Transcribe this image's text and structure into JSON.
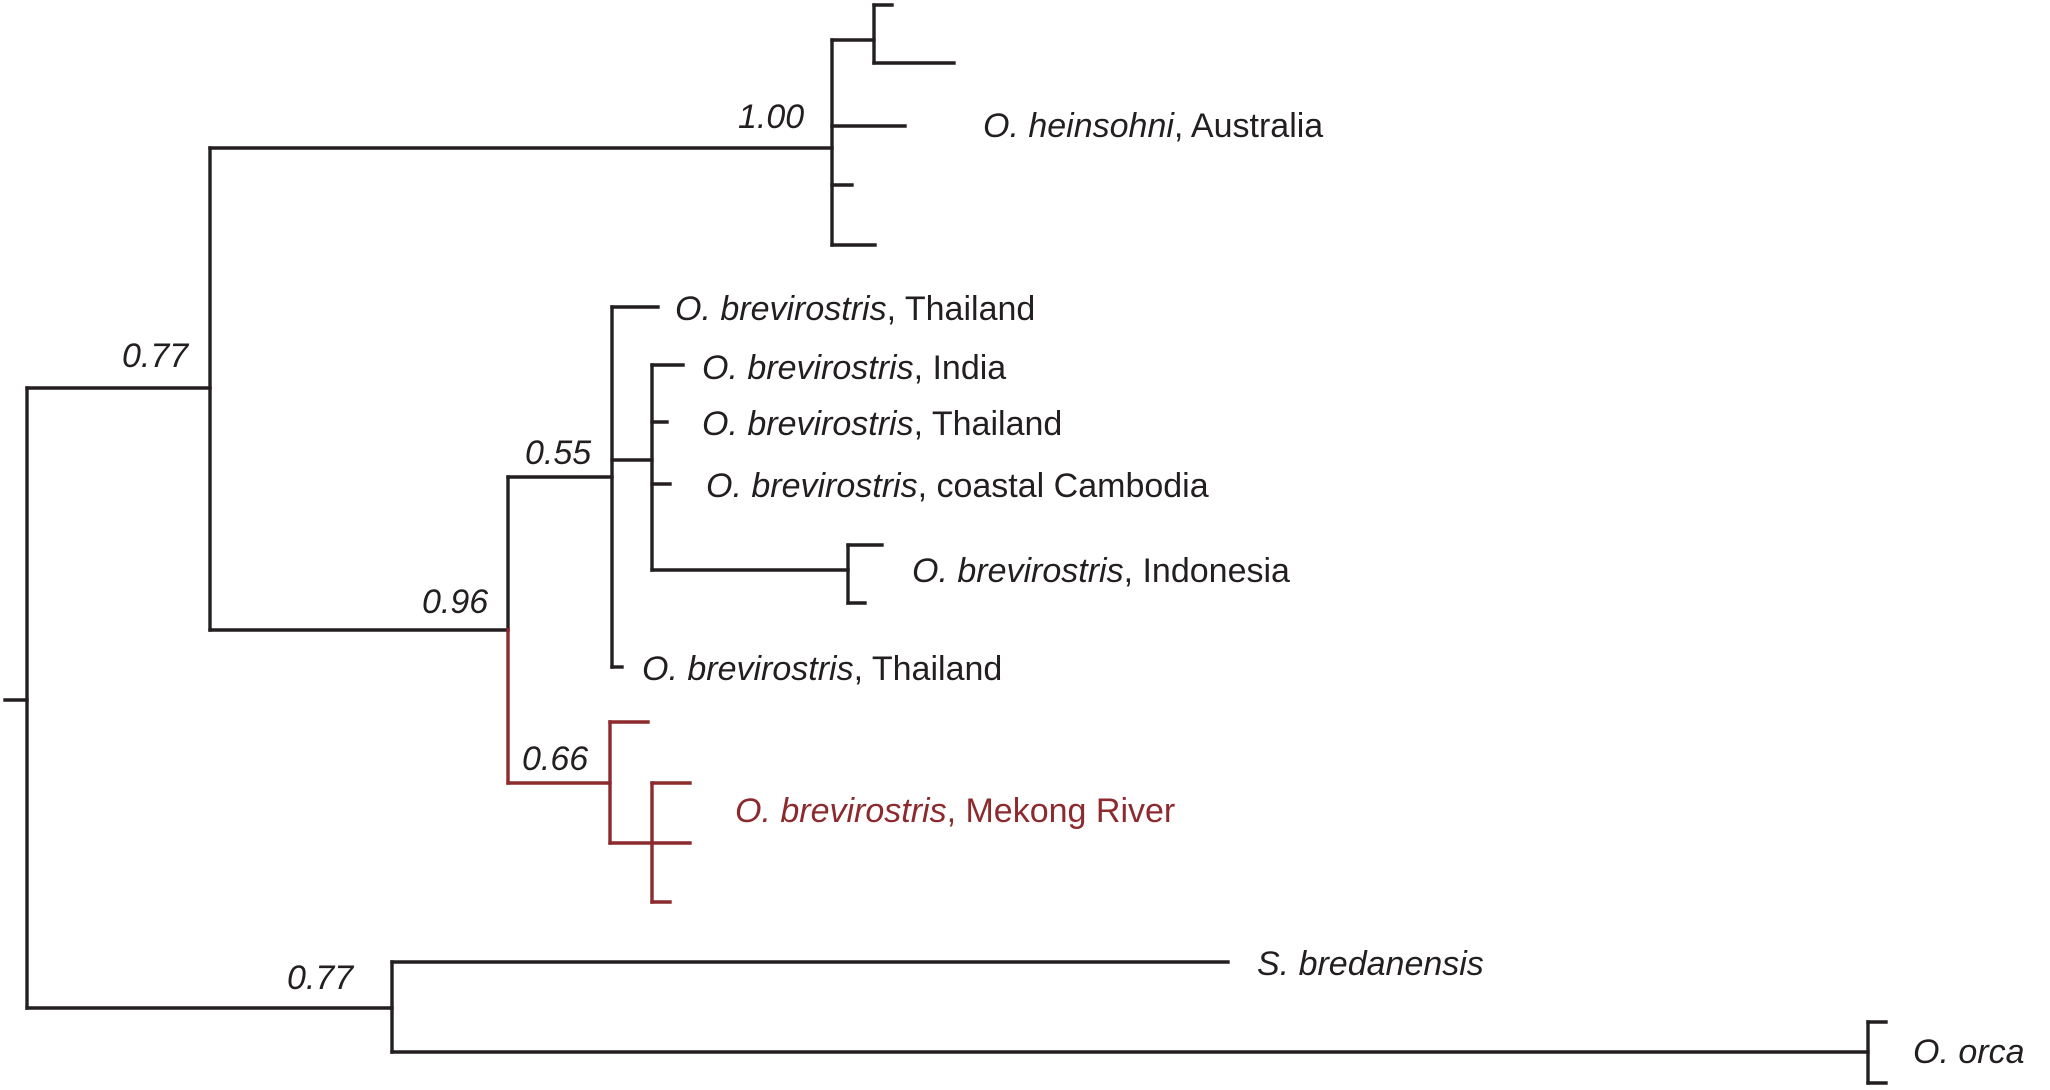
{
  "supports": {
    "heinsohni_clade": "1.00",
    "root_ingroup": "0.77",
    "brevirostris_clade": "0.96",
    "marine_clade": "0.55",
    "mekong_clade": "0.66",
    "outgroup_clade": "0.77"
  },
  "taxa": {
    "heinsohni": {
      "species": "O. heinsohni",
      "locality": ", Australia"
    },
    "thailand_1": {
      "species": "O. brevirostris",
      "locality": ", Thailand"
    },
    "india": {
      "species": "O. brevirostris",
      "locality": ", India"
    },
    "thailand_2": {
      "species": "O. brevirostris",
      "locality": ", Thailand"
    },
    "coastal_cambodia": {
      "species": "O. brevirostris",
      "locality": ", coastal Cambodia"
    },
    "indonesia": {
      "species": "O. brevirostris",
      "locality": ", Indonesia"
    },
    "thailand_3": {
      "species": "O. brevirostris",
      "locality": ", Thailand"
    },
    "mekong": {
      "species": "O. brevirostris",
      "locality": ", Mekong River"
    },
    "bredanensis": {
      "species": "S. bredanensis",
      "locality": ""
    },
    "orca": {
      "species": "O. orca",
      "locality": ""
    }
  },
  "colors": {
    "branch": "#231f20",
    "highlight": "#8c2a2e"
  }
}
